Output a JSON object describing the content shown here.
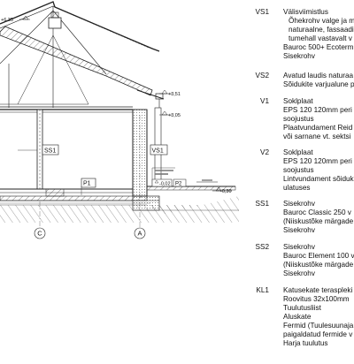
{
  "levels": {
    "top": "+6,35",
    "mid": "+3,51",
    "lower": "+3,05",
    "floor": "-0,02",
    "ground": "-0,30"
  },
  "tags": {
    "ss1": "SS1",
    "vs1": "VS1",
    "p1": "P1",
    "p2": "P2"
  },
  "grid_markers": {
    "c": "C",
    "a": "A"
  },
  "legend": [
    {
      "code": "VS1",
      "lines": [
        "Välisviimistlus",
        "Õhekrohv valge ja m",
        "naturaalne, fassaadi",
        "tumehall vastavalt v",
        "Bauroc 500+ Ecoterm",
        "Sisekrohv"
      ]
    },
    {
      "code": "VS2",
      "lines": [
        "Avatud laudis naturaa",
        "Sõidukite varjualune p"
      ]
    },
    {
      "code": "V1",
      "lines": [
        "Soklplaat",
        "EPS 120 120mm peri",
        "soojustus",
        "Plaatvundament Reid",
        "või sarnane vt. sektsi"
      ]
    },
    {
      "code": "V2",
      "lines": [
        "Soklplaat",
        "EPS 120 120mm peri",
        "soojustus",
        "Lintvundament sõiduk",
        "ulatuses"
      ]
    },
    {
      "code": "SS1",
      "lines": [
        "Sisekrohv",
        "Bauroc Classic 250 v",
        "(Niiskustõke märgade",
        "Sisekrohv"
      ]
    },
    {
      "code": "SS2",
      "lines": [
        "Sisekrohv",
        "Bauroc Element 100 v",
        "(Niiskustõke märgade",
        "Sisekrohv"
      ]
    },
    {
      "code": "KL1",
      "lines": [
        "Katusekate teraspleki",
        "Roovitus 32x100mm",
        "Tuulutusliist",
        "Aluskate",
        "Fermid (Tuulesuunaja",
        "paigaldatud fermide v",
        "Harja tuulutus"
      ]
    }
  ]
}
